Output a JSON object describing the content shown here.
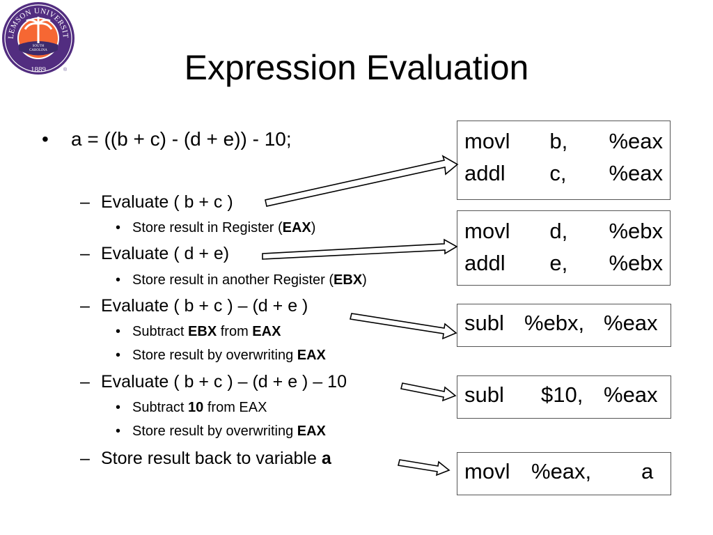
{
  "logo": {
    "top_text": "CLEMSON UNIVERSITY",
    "bottom_text": "1889",
    "seal_text_1": "SOUTH",
    "seal_text_2": "CAROLINA",
    "colors": {
      "purple": "#522d80",
      "orange": "#f66733"
    }
  },
  "slide": {
    "title": "Expression Evaluation",
    "bullets": [
      {
        "text": "a = ((b + c) - (d + e)) - 10;"
      }
    ],
    "steps": [
      {
        "parts": [
          {
            "text": "Evaluate ( b + c )"
          }
        ],
        "subs": [
          {
            "parts": [
              {
                "text": "Store result in Register ("
              },
              {
                "text": "EAX",
                "bold": true
              },
              {
                "text": ")"
              }
            ]
          }
        ]
      },
      {
        "parts": [
          {
            "text": "Evaluate ( d + e)"
          }
        ],
        "subs": [
          {
            "parts": [
              {
                "text": "Store result in another Register ("
              },
              {
                "text": "EBX",
                "bold": true
              },
              {
                "text": ")"
              }
            ]
          }
        ]
      },
      {
        "parts": [
          {
            "text": "Evaluate ( b + c ) – (d + e )"
          }
        ],
        "subs": [
          {
            "parts": [
              {
                "text": "Subtract "
              },
              {
                "text": "EBX",
                "bold": true
              },
              {
                "text": " from "
              },
              {
                "text": "EAX",
                "bold": true
              }
            ]
          },
          {
            "parts": [
              {
                "text": "Store result by overwriting "
              },
              {
                "text": "EAX",
                "bold": true
              }
            ]
          }
        ]
      },
      {
        "parts": [
          {
            "text": "Evaluate ( b + c ) – (d + e ) – 10"
          }
        ],
        "subs": [
          {
            "parts": [
              {
                "text": "Subtract "
              },
              {
                "text": "10",
                "bold": true
              },
              {
                "text": " from EAX"
              }
            ]
          },
          {
            "parts": [
              {
                "text": "Store result by overwriting "
              },
              {
                "text": "EAX",
                "bold": true
              }
            ]
          }
        ]
      },
      {
        "parts": [
          {
            "text": "Store result back to variable "
          },
          {
            "text": "a",
            "bold": true
          }
        ]
      }
    ],
    "bullet_glyph": "•",
    "dash_glyph": "–",
    "code_boxes": [
      {
        "lines": [
          [
            "movl",
            "b,",
            "%eax"
          ],
          [
            "addl",
            "c,",
            "%eax"
          ]
        ]
      },
      {
        "lines": [
          [
            "movl",
            "d,",
            "%ebx"
          ],
          [
            "addl",
            "e,",
            "%ebx"
          ]
        ]
      },
      {
        "lines": [
          [
            "subl",
            "%ebx,",
            "%eax"
          ]
        ]
      },
      {
        "lines": [
          [
            "subl",
            "$10,",
            "%eax"
          ]
        ]
      },
      {
        "lines": [
          [
            "movl",
            "%eax,",
            "a"
          ]
        ]
      }
    ]
  }
}
